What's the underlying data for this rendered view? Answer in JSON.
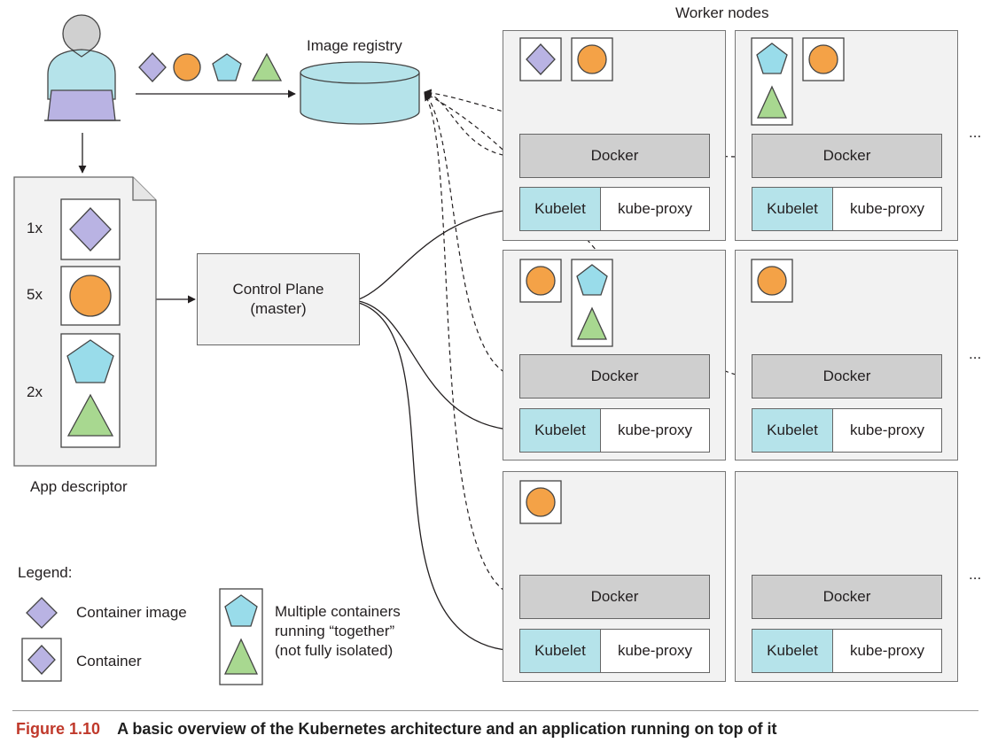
{
  "labels": {
    "worker_nodes": "Worker nodes",
    "image_registry": "Image registry",
    "app_descriptor": "App descriptor",
    "control_plane_line1": "Control Plane",
    "control_plane_line2": "(master)",
    "count_diamond": "1x",
    "count_circle": "5x",
    "count_pod": "2x",
    "docker": "Docker",
    "kubelet": "Kubelet",
    "kube_proxy": "kube-proxy",
    "ellipsis": "..."
  },
  "legend": {
    "title": "Legend:",
    "container_image": "Container image",
    "container": "Container",
    "multi_line1": "Multiple containers",
    "multi_line2": "running “together”",
    "multi_line3": "(not fully isolated)"
  },
  "caption": {
    "number": "Figure 1.10",
    "text": "A basic overview of the Kubernetes architecture and an application running on top of it"
  },
  "colors": {
    "diamond": "#b9b3e3",
    "circle": "#f4a247",
    "pentagon": "#99dcea",
    "triangle": "#a8d890",
    "docker": "#cfcfcf",
    "kubelet": "#b5e3ea",
    "node_bg": "#f2f2f2",
    "registry": "#b5e3ea",
    "caption_number": "#c0392b"
  }
}
